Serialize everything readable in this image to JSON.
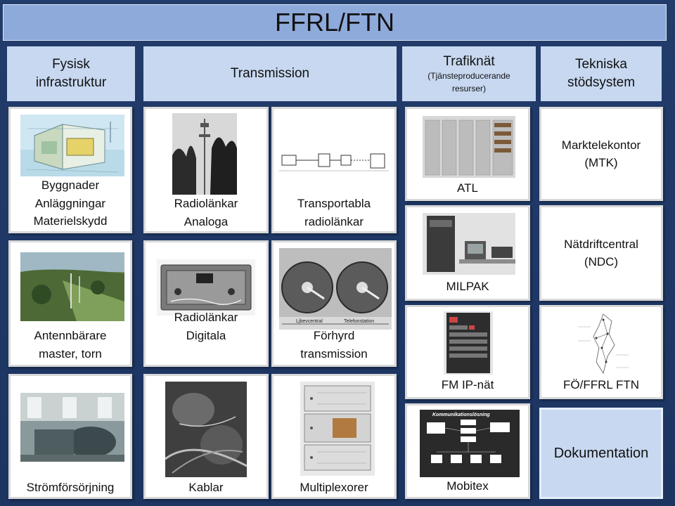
{
  "title": "FFRL/FTN",
  "columns": {
    "fysisk": {
      "line1": "Fysisk",
      "line2": "infrastruktur"
    },
    "transmission": {
      "label": "Transmission"
    },
    "trafiknat": {
      "label": "Trafiknät",
      "sub1": "(Tjänsteproducerande",
      "sub2": "resurser)"
    },
    "tekniska": {
      "line1": "Tekniska",
      "line2": "stödsystem"
    }
  },
  "tiles": {
    "byggnader": {
      "l1": "Byggnader",
      "l2": "Anläggningar",
      "l3": "Materielskydd"
    },
    "antenn": {
      "l1": "Antennbärare",
      "l2": "master, torn"
    },
    "strom": {
      "l1": "Strömförsörjning"
    },
    "radio_analog": {
      "l1": "Radiolänkar",
      "l2": "Analoga"
    },
    "radio_digital": {
      "l1": "Radiolänkar",
      "l2": "Digitala"
    },
    "kablar": {
      "l1": "Kablar"
    },
    "transportabla": {
      "l1": "Transportabla",
      "l2": "radiolänkar"
    },
    "forhyrd": {
      "l1": "Förhyrd",
      "l2": "transmission",
      "cap_left": "Ljbevcentral",
      "cap_right": "Telefonstation"
    },
    "multiplex": {
      "l1": "Multiplexorer"
    },
    "atl": {
      "l1": "ATL"
    },
    "milpak": {
      "l1": "MILPAK"
    },
    "fmip": {
      "l1": "FM IP-nät"
    },
    "mobitex": {
      "l1": "Mobitex",
      "header": "Kommunikationslösning"
    },
    "mtk": {
      "l1": "Marktelekontor",
      "l2": "(MTK)"
    },
    "ndc": {
      "l1": "Nätdriftcentral",
      "l2": "(NDC)"
    },
    "fo": {
      "l1": "FÖ/FFRL FTN"
    },
    "dokumentation": {
      "l1": "Dokumentation"
    }
  }
}
